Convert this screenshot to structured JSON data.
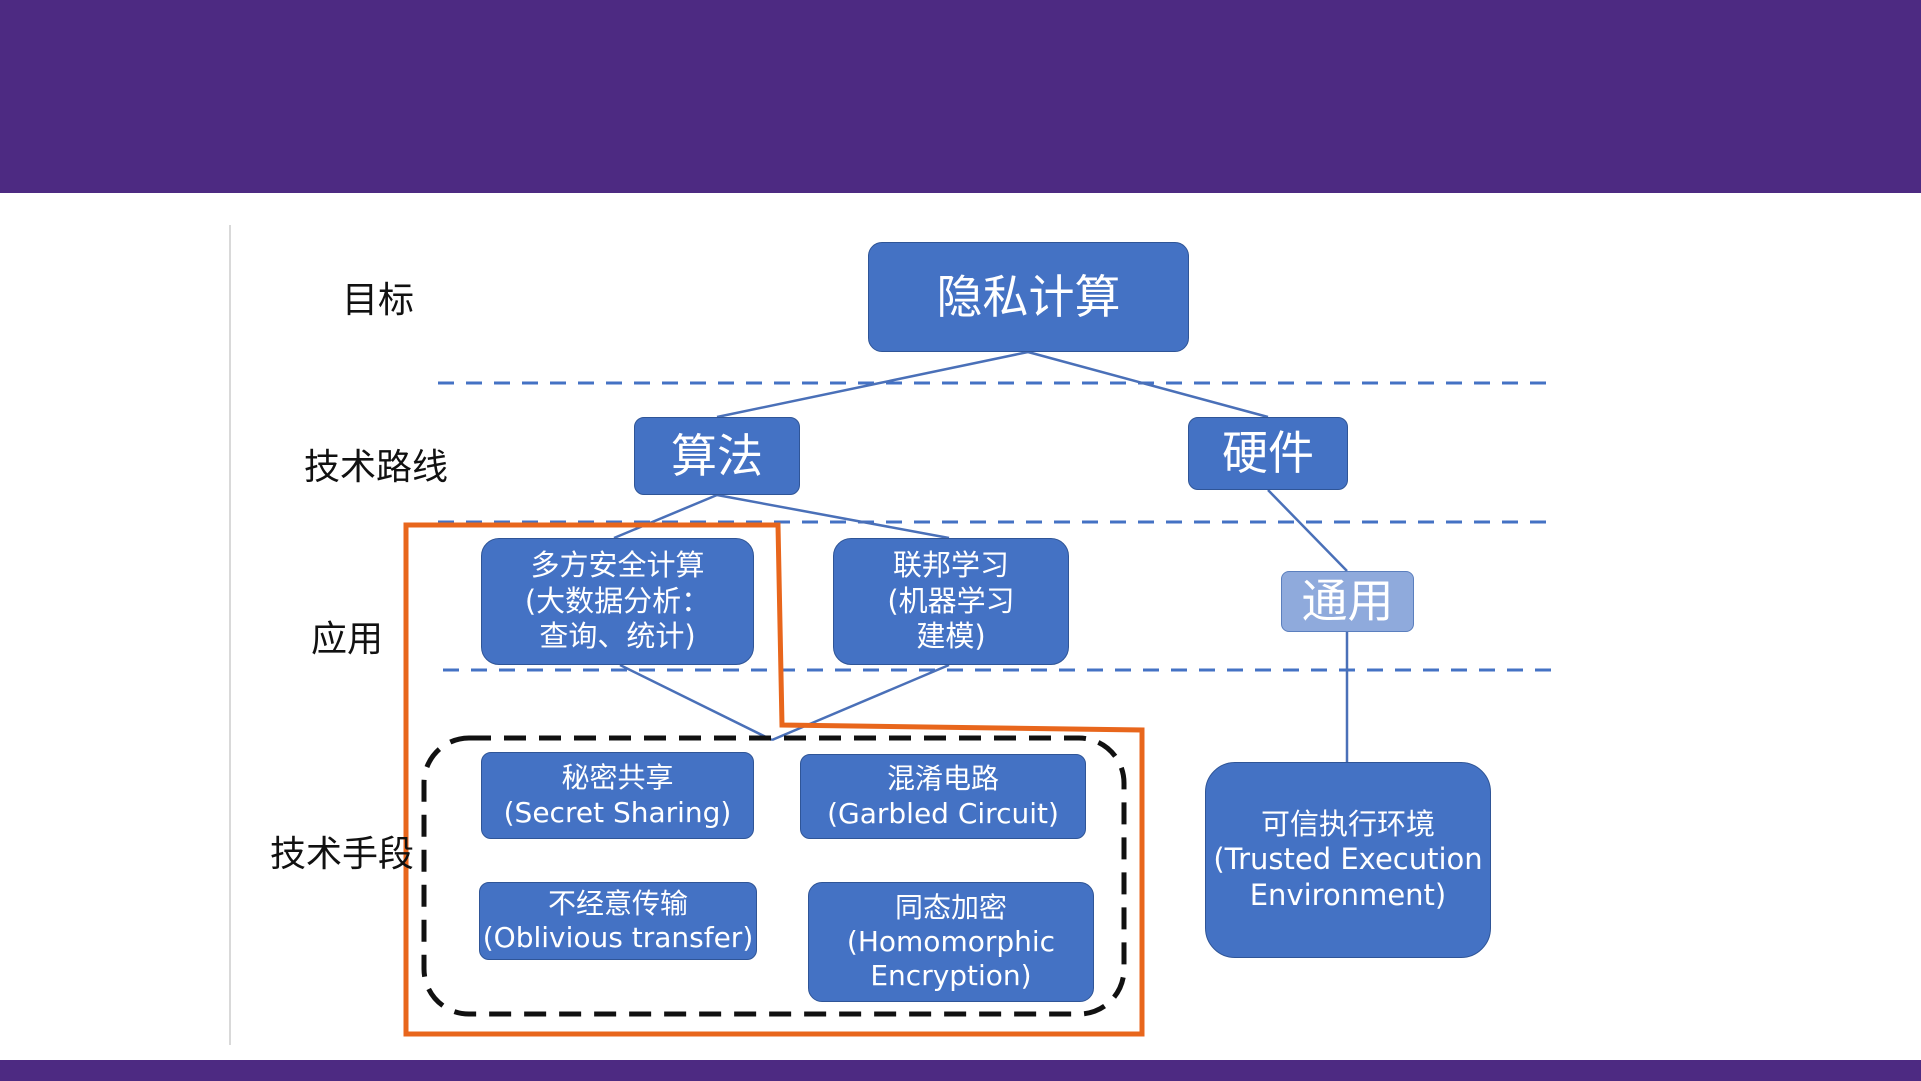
{
  "colors": {
    "band": "#4d2a82",
    "node_fill": "#4472c4",
    "node_fill_light": "#8faadc",
    "dashed_divider": "#4472c4",
    "highlight": "#e8661c"
  },
  "row_labels": {
    "goal": "目标",
    "route": "技术路线",
    "application": "应用",
    "means": "技术手段"
  },
  "nodes": {
    "root": "隐私计算",
    "algorithm": "算法",
    "hardware": "硬件",
    "mpc_app": "多方安全计算\n(大数据分析：\n查询、统计)",
    "fl_app": "联邦学习\n(机器学习\n建模)",
    "general": "通用",
    "secret_sharing": "秘密共享\n(Secret Sharing)",
    "garbled_circuit": "混淆电路\n(Garbled Circuit)",
    "oblivious_transfer": "不经意传输\n(Oblivious transfer)",
    "homomorphic": "同态加密\n(Homomorphic\nEncryption)",
    "tee": "可信执行环境\n(Trusted Execution\nEnvironment)"
  }
}
